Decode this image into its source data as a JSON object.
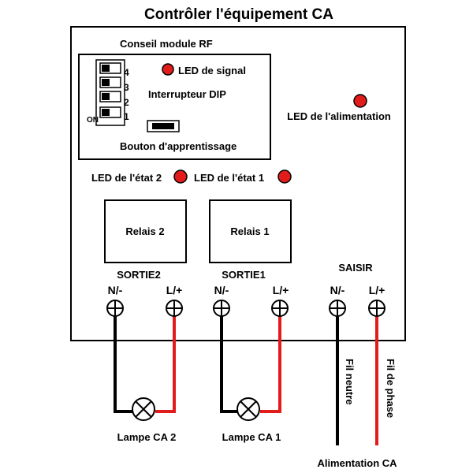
{
  "title": "Contrôler l'équipement CA",
  "rf_module": {
    "label": "Conseil module RF",
    "signal_led": "LED de signal",
    "dip_switch": "Interrupteur DIP",
    "dip_numbers": [
      "4",
      "3",
      "2",
      "1"
    ],
    "dip_on": "ON",
    "learn_button": "Bouton d'apprentissage"
  },
  "power_led": "LED de l'alimentation",
  "status_led_2": "LED de l'état 2",
  "status_led_1": "LED de l'état 1",
  "relay_2": "Relais 2",
  "relay_1": "Relais 1",
  "output_2": "SORTIE2",
  "output_1": "SORTIE1",
  "input": "SAISIR",
  "terminals": {
    "out2_n": "N/-",
    "out2_l": "L/+",
    "out1_n": "N/-",
    "out1_l": "L/+",
    "in_n": "N/-",
    "in_l": "L/+"
  },
  "neutral_wire": "Fil neutre",
  "phase_wire": "Fil de phase",
  "lamp_2": "Lampe CA 2",
  "lamp_1": "Lampe CA 1",
  "ac_power": "Alimentation CA",
  "colors": {
    "led": "#e21b1b",
    "wire_live": "#e21b1b",
    "wire_neutral": "#000000"
  }
}
